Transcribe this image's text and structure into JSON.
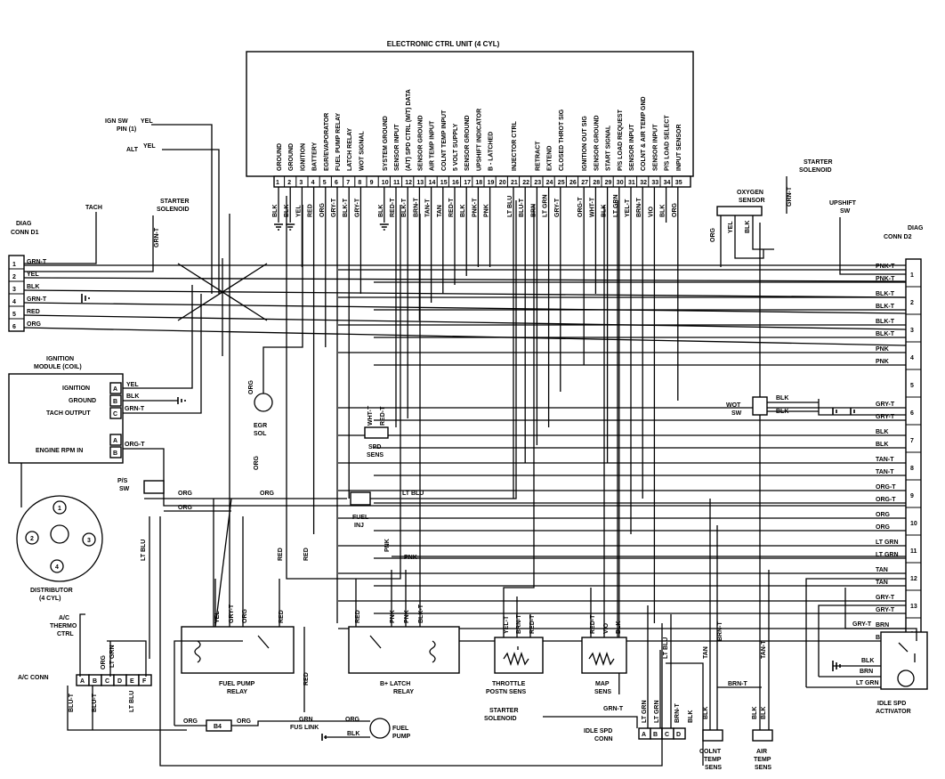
{
  "ecu": {
    "title": "ELECTRONIC CTRL UNIT (4 CYL)",
    "pins": [
      {
        "n": "1",
        "fn": "GROUND",
        "wire": "BLK"
      },
      {
        "n": "2",
        "fn": "GROUND",
        "wire": "BLK"
      },
      {
        "n": "3",
        "fn": "IGNITION",
        "wire": "YEL"
      },
      {
        "n": "4",
        "fn": "BATTERY",
        "wire": "RED"
      },
      {
        "n": "5",
        "fn": "EGR/EVAPORATOR",
        "wire": "ORG"
      },
      {
        "n": "6",
        "fn": "FUEL PUMP RELAY",
        "wire": "GRY-T"
      },
      {
        "n": "7",
        "fn": "LATCH RELAY",
        "wire": "BLK-T"
      },
      {
        "n": "8",
        "fn": "WOT SIGNAL",
        "wire": "GRY-T"
      },
      {
        "n": "9",
        "fn": "",
        "wire": ""
      },
      {
        "n": "10",
        "fn": "SYSTEM GROUND",
        "wire": "BLK"
      },
      {
        "n": "11",
        "fn": "SENSOR INPUT",
        "wire": "RED-T"
      },
      {
        "n": "12",
        "fn": "(A/T) SPD CTRL (M/T) DATA",
        "wire": "BLK-T"
      },
      {
        "n": "13",
        "fn": "SENSOR GROUND",
        "wire": "BRN-T"
      },
      {
        "n": "14",
        "fn": "AIR TEMP INPUT",
        "wire": "TAN-T"
      },
      {
        "n": "15",
        "fn": "COLNT TEMP INPUT",
        "wire": "TAN"
      },
      {
        "n": "16",
        "fn": "5 VOLT SUPPLY",
        "wire": "RED-T"
      },
      {
        "n": "17",
        "fn": "SENSOR GROUND",
        "wire": "BLK"
      },
      {
        "n": "18",
        "fn": "UPSHIFT INDICATOR",
        "wire": "PNK-T"
      },
      {
        "n": "19",
        "fn": "B - LATCHED",
        "wire": "PNK"
      },
      {
        "n": "20",
        "fn": "",
        "wire": ""
      },
      {
        "n": "21",
        "fn": "INJECTOR CTRL",
        "wire": "LT BLU"
      },
      {
        "n": "22",
        "fn": "",
        "wire": "BLU-T"
      },
      {
        "n": "23",
        "fn": "RETRACT",
        "wire": "BRN"
      },
      {
        "n": "24",
        "fn": "EXTEND",
        "wire": "LT GRN"
      },
      {
        "n": "25",
        "fn": "CLOSED THROT SIG",
        "wire": "GRY-T"
      },
      {
        "n": "26",
        "fn": "",
        "wire": ""
      },
      {
        "n": "27",
        "fn": "IGNITION OUT SIG",
        "wire": "ORG-T"
      },
      {
        "n": "28",
        "fn": "SENSOR GROUND",
        "wire": "WHT-T"
      },
      {
        "n": "29",
        "fn": "START SIGNAL",
        "wire": "BLK"
      },
      {
        "n": "30",
        "fn": "P/S LOAD REQUEST",
        "wire": "LT GRN"
      },
      {
        "n": "31",
        "fn": "SENSOR INPUT",
        "wire": "YEL-T"
      },
      {
        "n": "32",
        "fn": "COLNT & AIR TEMP GND",
        "wire": "BRN-T"
      },
      {
        "n": "33",
        "fn": "SENSOR INPUT",
        "wire": "VIO"
      },
      {
        "n": "34",
        "fn": "P/S LOAD SELECT",
        "wire": "BLK"
      },
      {
        "n": "35",
        "fn": "INPUT SENSOR",
        "wire": "ORG"
      }
    ]
  },
  "labels": {
    "ign_sw": "IGN SW",
    "ign_sw_pin": "PIN (1)",
    "ign_sw_wire": "YEL",
    "alt": "ALT",
    "alt_wire": "YEL",
    "tach": "TACH",
    "starter_solenoid": "STARTER",
    "starter_solenoid_2": "SOLENOID",
    "starter_wire": "GRN-T",
    "diag_d1": "DIAG",
    "diag_d1_2": "CONN D1",
    "diag_d2": "DIAG",
    "diag_d2_2": "CONN D2",
    "o2": "OXYGEN",
    "o2_2": "SENSOR",
    "upshift": "UPSHIFT",
    "upshift_2": "SW",
    "starter_sol_top": "STARTER",
    "starter_sol_top_2": "SOLENOID",
    "starter_sol_top_wire": "GRN-T",
    "ign_module": "IGNITION",
    "ign_module_2": "MODULE (COIL)",
    "ign_row_ignition": "IGNITION",
    "ign_row_ground": "GROUND",
    "ign_row_tach": "TACH OUTPUT",
    "ign_row_rpm": "ENGINE RPM IN",
    "egr": "EGR",
    "egr_2": "SOL",
    "spd": "SPD",
    "spd_2": "SENS",
    "ps": "P/S",
    "ps_2": "SW",
    "fuel_inj": "FUEL",
    "fuel_inj_2": "INJ",
    "distributor": "DISTRIBUTOR",
    "distributor_2": "(4 CYL)",
    "ac_thermo": "A/C",
    "ac_thermo_2": "THERMO",
    "ac_thermo_3": "CTRL",
    "ac_conn": "A/C CONN",
    "fuel_pump_relay": "FUEL PUMP",
    "fuel_pump_relay_2": "RELAY",
    "latch_relay": "B+ LATCH",
    "latch_relay_2": "RELAY",
    "fus_link": "GRN",
    "fus_link_2": "FUS LINK",
    "fuel_pump": "FUEL",
    "fuel_pump_2": "PUMP",
    "fuse_b4": "B4",
    "throttle": "THROTTLE",
    "throttle_2": "POSTN SENS",
    "map": "MAP",
    "map_2": "SENS",
    "starter_sol_bottom": "STARTER",
    "starter_sol_bottom_2": "SOLENOID",
    "idle_conn": "IDLE SPD",
    "idle_conn_2": "CONN",
    "colnt": "COLNT",
    "colnt_2": "TEMP",
    "colnt_3": "SENS",
    "air": "AIR",
    "air_2": "TEMP",
    "air_3": "SENS",
    "idle_act": "IDLE SPD",
    "idle_act_2": "ACTIVATOR",
    "wot": "WOT",
    "wot_2": "SW"
  },
  "d1_rows": [
    {
      "n": "1",
      "wire": "GRN-T"
    },
    {
      "n": "2",
      "wire": "YEL"
    },
    {
      "n": "3",
      "wire": "BLK"
    },
    {
      "n": "4",
      "wire": "GRN-T"
    },
    {
      "n": "5",
      "wire": "RED"
    },
    {
      "n": "6",
      "wire": "ORG"
    }
  ],
  "d2_rows": [
    {
      "n": "1",
      "wire": "PNK-T"
    },
    {
      "n": "2",
      "wire": "BLK-T"
    },
    {
      "n": "3",
      "wire": "BLK-T"
    },
    {
      "n": "4",
      "wire": "PNK"
    },
    {
      "n": "5",
      "wire": ""
    },
    {
      "n": "6",
      "wire": "GRY-T"
    },
    {
      "n": "7",
      "wire": "BLK"
    },
    {
      "n": "8",
      "wire": "TAN-T"
    },
    {
      "n": "9",
      "wire": "ORG-T"
    },
    {
      "n": "10",
      "wire": "ORG"
    },
    {
      "n": "11",
      "wire": "LT GRN"
    },
    {
      "n": "12",
      "wire": "TAN"
    },
    {
      "n": "13",
      "wire": "GRY-T"
    },
    {
      "n": "14",
      "wire": "BRN"
    },
    {
      "n": "15",
      "wire": ""
    }
  ],
  "wires": {
    "ign_ignition": "YEL",
    "ign_ground": "BLK",
    "ign_tach": "GRN-T",
    "ign_rpm": "ORG-T",
    "egr_org": "ORG",
    "spd_wht": "WHT-T",
    "spd_red": "RED-T",
    "ps_org1": "ORG",
    "ps_org2": "ORG",
    "ps_org3": "ORG",
    "lt_blu": "LT BLU",
    "inj_lt_blu": "LT BLU",
    "red1": "RED",
    "red2": "RED",
    "pnk1": "PNK",
    "pnk2": "PNK",
    "fp_yel": "YEL",
    "fp_gry": "GRY-T",
    "fp_org": "ORG",
    "fp_red": "RED",
    "fp_red2": "RED",
    "lr_red": "RED",
    "lr_pnk": "PNK",
    "lr_pnk2": "PNK",
    "lr_blk": "BLK-T",
    "tp_yel": "YEL-T",
    "tp_brn": "BRN-T",
    "tp_red": "RED-T",
    "map_red": "RED-T",
    "map_vio": "VIO",
    "map_blk": "BLK",
    "fpump_org1": "ORG",
    "fpump_org2": "ORG",
    "fpump_org3": "ORG",
    "fpump_blk": "BLK",
    "idle_grn": "GRN-T",
    "idle_ltgrn": "LT GRN",
    "idle_ltgrn2": "LT GRN",
    "idle_brn": "BRN-T",
    "idle_blk": "BLK",
    "tan_v": "TAN",
    "tan_t": "TAN-T",
    "brn_t": "BRN-T",
    "colnt_blk": "BLK",
    "air_blk": "BLK",
    "air_blk2": "BLK",
    "ac_ltgrn": "LT GRN",
    "ac_org": "ORG",
    "ac_blu": "BLU-T",
    "ac_blu2": "BLU-T",
    "ac_ltblu": "LT BLU",
    "act_gry": "GRY-T",
    "act_blk": "BLK",
    "act_brn": "BRN",
    "act_ltgrn": "LT GRN",
    "o2_org": "ORG",
    "o2_yel": "YEL",
    "o2_blk": "BLK",
    "wot_blk1": "BLK",
    "wot_blk2": "BLK"
  },
  "idle_conn_pins": [
    "A",
    "B",
    "C",
    "D"
  ],
  "ac_conn_pins": [
    "A",
    "B",
    "C",
    "D",
    "E",
    "F"
  ],
  "ign_pins": [
    "A",
    "B",
    "C",
    "A",
    "B"
  ],
  "distributor_pins": [
    "1",
    "2",
    "3",
    "4"
  ]
}
